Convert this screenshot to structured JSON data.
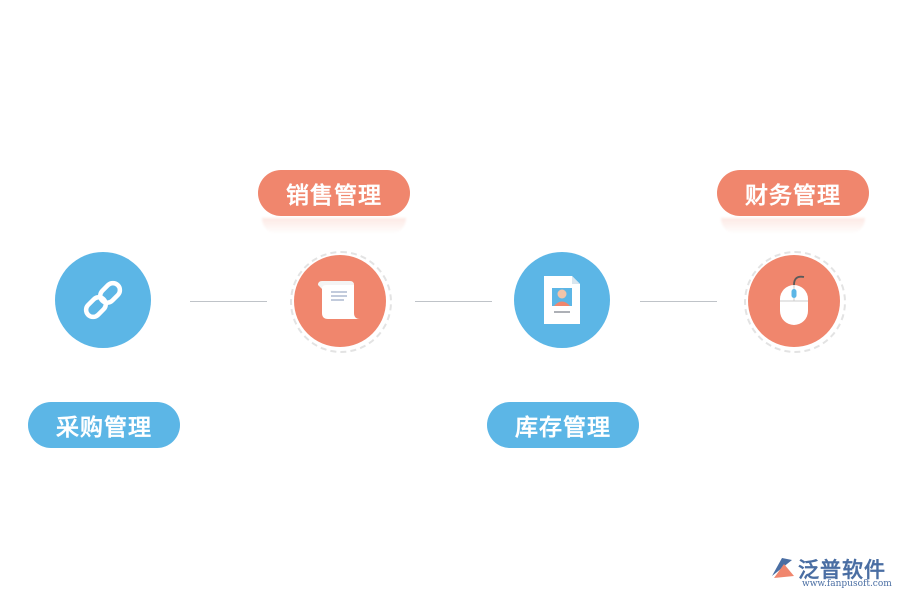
{
  "nodes": [
    {
      "label": "采购管理",
      "icon": "link-icon",
      "color": "#5cb6e6"
    },
    {
      "label": "销售管理",
      "icon": "scroll-icon",
      "color": "#f0866d"
    },
    {
      "label": "库存管理",
      "icon": "id-card-icon",
      "color": "#5cb6e6"
    },
    {
      "label": "财务管理",
      "icon": "mouse-icon",
      "color": "#f0866d"
    }
  ],
  "logo": {
    "brand": "泛普软件",
    "url": "www.fanpusoft.com"
  }
}
